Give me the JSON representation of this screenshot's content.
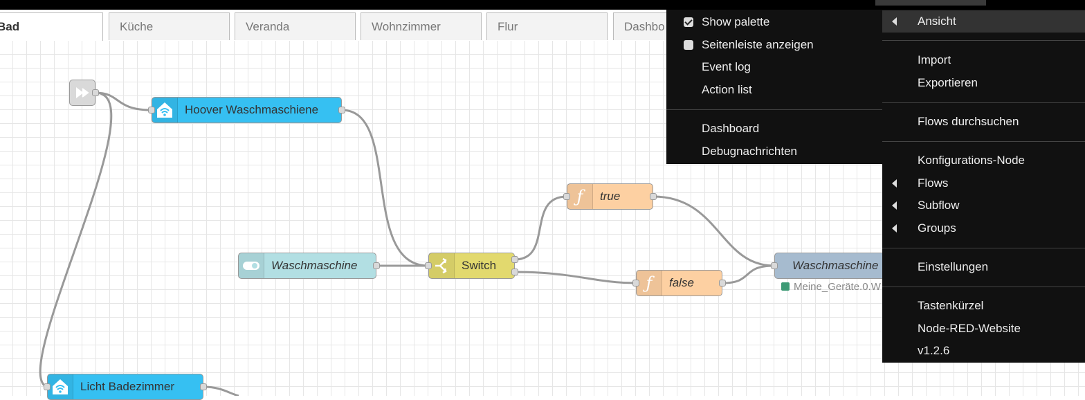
{
  "tabs": [
    {
      "label": "Bad",
      "active": true
    },
    {
      "label": "Küche"
    },
    {
      "label": "Veranda"
    },
    {
      "label": "Wohnzimmer"
    },
    {
      "label": "Flur"
    },
    {
      "label": "Dashbo"
    }
  ],
  "nodes": {
    "inject": {
      "label": ""
    },
    "hoover": {
      "label": "Hoover Waschmaschiene",
      "color": "#36c0f2"
    },
    "waschmaschine_in": {
      "label": "Waschmaschine",
      "color": "#b2dfe3"
    },
    "switch": {
      "label": "Switch",
      "color": "#e2d96e"
    },
    "fn_true": {
      "label": "true",
      "color": "#fdd0a2"
    },
    "fn_false": {
      "label": "false",
      "color": "#fdd0a2"
    },
    "waschmaschine_out": {
      "label": "Waschmaschine",
      "color": "#a6bbcf"
    },
    "licht": {
      "label": "Licht Badezimmer",
      "color": "#36c0f2"
    }
  },
  "status": {
    "text": "Meine_Geräte.0.W",
    "color": "#3d9a75"
  },
  "view_submenu": {
    "items": [
      {
        "label": "Show palette",
        "checkbox": true,
        "checked": true
      },
      {
        "label": "Seitenleiste anzeigen",
        "checkbox": true,
        "checked": false
      },
      {
        "label": "Event log"
      },
      {
        "label": "Action list"
      },
      {
        "label": "Dashboard"
      },
      {
        "label": "Debugnachrichten"
      }
    ]
  },
  "main_menu": {
    "items": [
      {
        "label": "Ansicht",
        "submenu": true,
        "highlighted": true
      },
      {
        "label": "Import"
      },
      {
        "label": "Exportieren"
      },
      {
        "label": "Flows durchsuchen"
      },
      {
        "label": "Konfigurations-Node"
      },
      {
        "label": "Flows",
        "submenu": true
      },
      {
        "label": "Subflow",
        "submenu": true
      },
      {
        "label": "Groups",
        "submenu": true
      },
      {
        "label": "Einstellungen"
      },
      {
        "label": "Tastenkürzel"
      },
      {
        "label": "Node-RED-Website"
      },
      {
        "label": "v1.2.6"
      }
    ]
  },
  "colors": {
    "menu_bg": "#111111",
    "wire": "#999999",
    "grid": "#e6e6e6"
  }
}
